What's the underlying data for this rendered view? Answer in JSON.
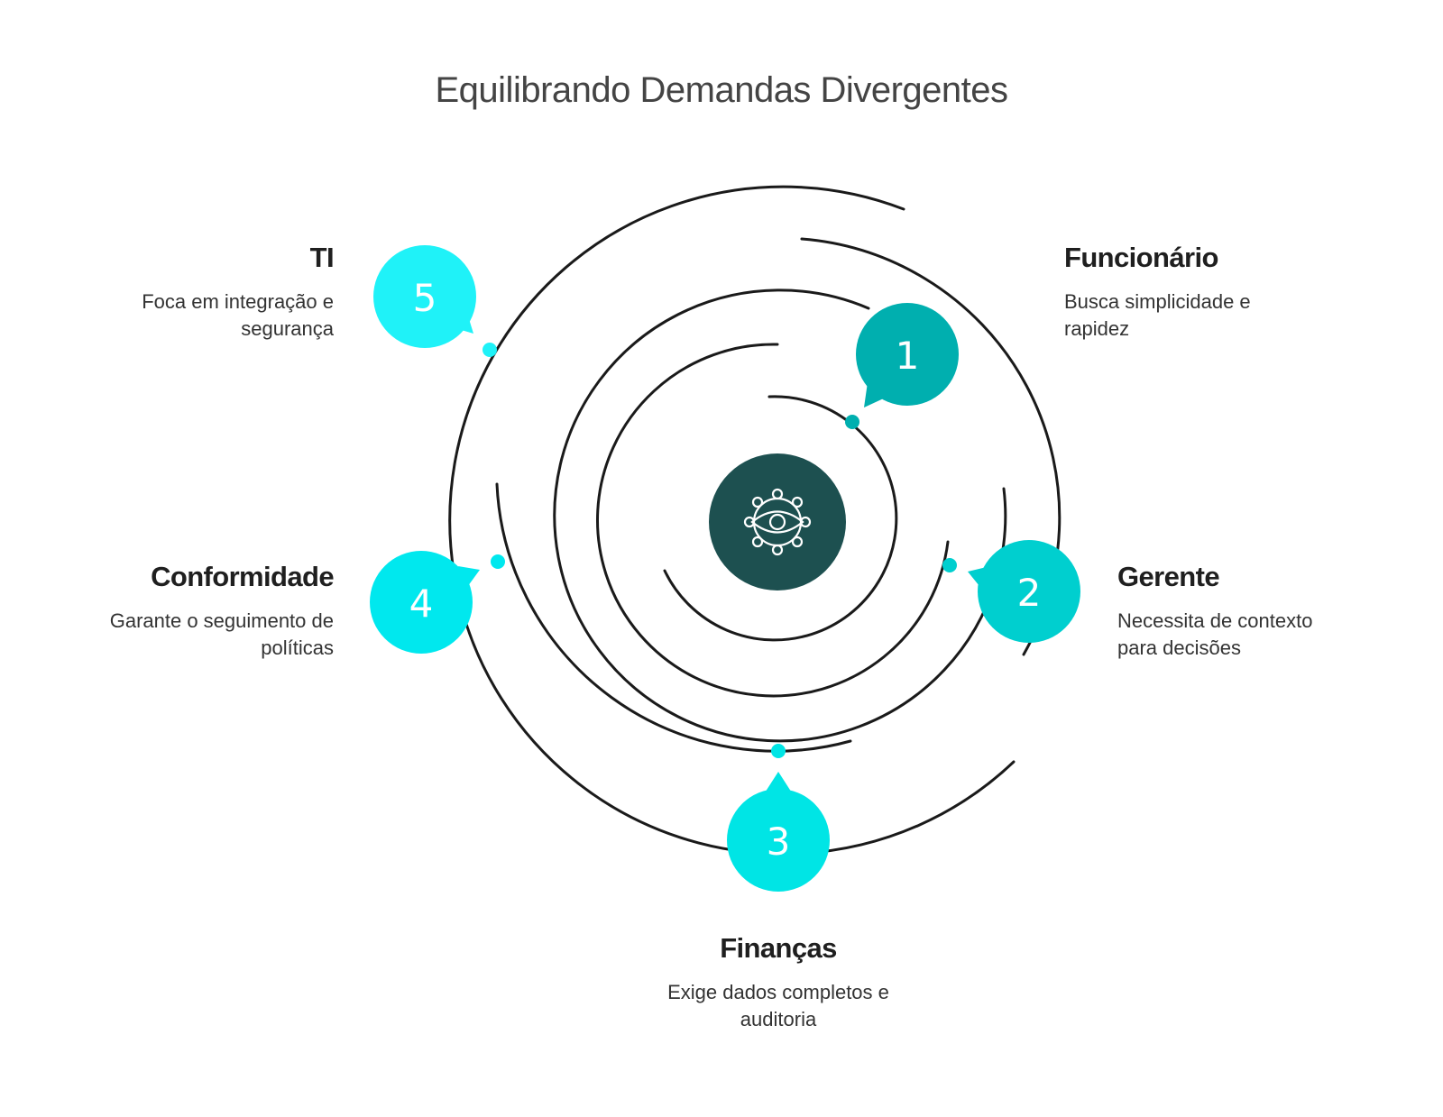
{
  "title": "Equilibrando Demandas Divergentes",
  "colors": {
    "stage1": "#00AFAF",
    "stage2": "#00CFCF",
    "stage3": "#00E5E5",
    "stage4": "#00E8EE",
    "stage5": "#1FF2F8",
    "center": "#1D5050",
    "rings": "#1a1a1a"
  },
  "center_icon": "eye-network-icon",
  "stages": [
    {
      "number": "1",
      "heading": "Funcionário",
      "description_line1": "Busca simplicidade e",
      "description_line2": "rapidez"
    },
    {
      "number": "2",
      "heading": "Gerente",
      "description_line1": "Necessita de contexto",
      "description_line2": "para decisões"
    },
    {
      "number": "3",
      "heading": "Finanças",
      "description_line1": "Exige dados completos e",
      "description_line2": "auditoria"
    },
    {
      "number": "4",
      "heading": "Conformidade",
      "description_line1": "Garante o seguimento de",
      "description_line2": "políticas"
    },
    {
      "number": "5",
      "heading": "TI",
      "description_line1": "Foca em integração e",
      "description_line2": "segurança"
    }
  ]
}
